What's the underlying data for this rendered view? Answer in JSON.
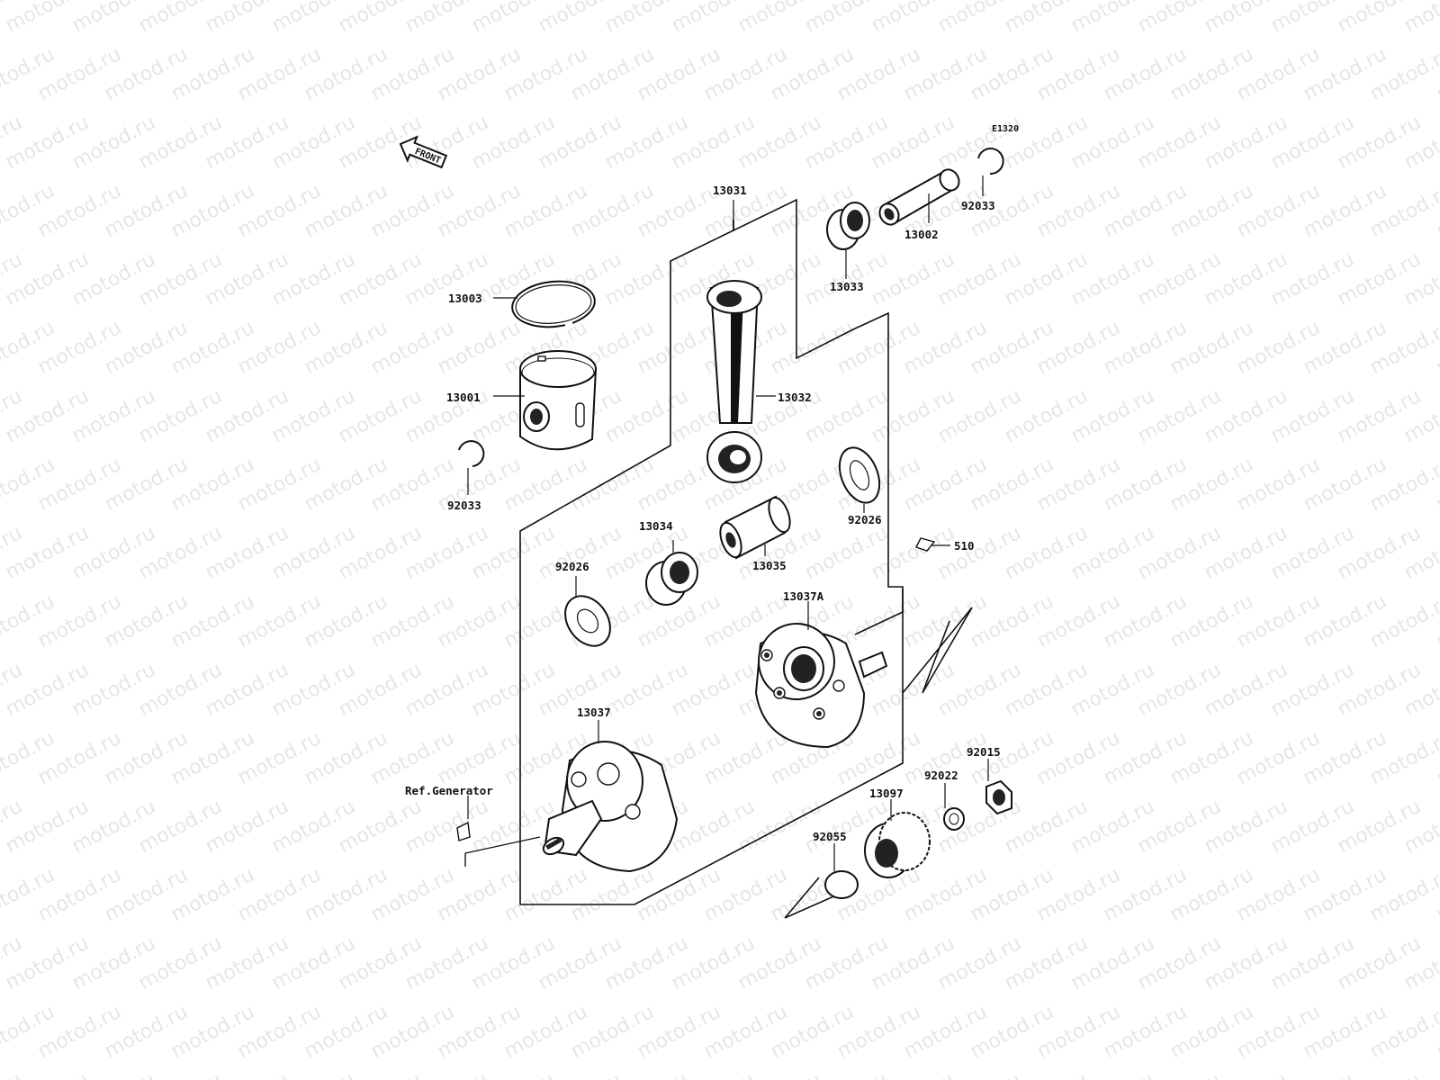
{
  "watermark": "motod.ru",
  "diagram_code": "E1320",
  "front_arrow_label": "FRONT",
  "parts": {
    "p13003": "13003",
    "p13001": "13001",
    "p92033_left": "92033",
    "p13031": "13031",
    "p13032": "13032",
    "p13033": "13033",
    "p13002": "13002",
    "p92033_right": "92033",
    "p13034": "13034",
    "p13035": "13035",
    "p92026_left": "92026",
    "p92026_right": "92026",
    "p510": "510",
    "p13037A": "13037A",
    "p13037": "13037",
    "ref_generator": "Ref.Generator",
    "p92015": "92015",
    "p92022": "92022",
    "p13097": "13097",
    "p92055": "92055"
  }
}
